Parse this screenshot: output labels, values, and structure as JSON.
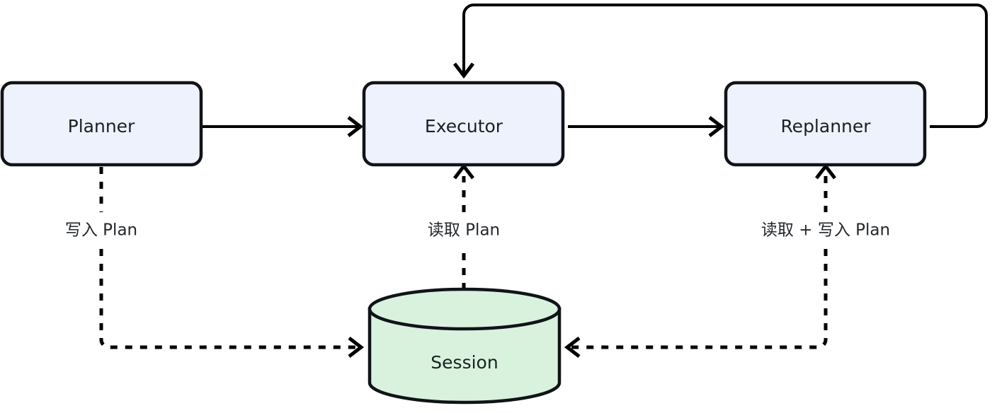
{
  "diagram": {
    "title": "Planner-Executor-Replanner with Session store",
    "colors": {
      "node_fill": "#eef2fc",
      "store_fill": "#d8f2de",
      "stroke": "#101418",
      "edge": "#000000",
      "text": "#1c2024",
      "background": "#ffffff"
    },
    "nodes": [
      {
        "id": "planner",
        "label": "Planner",
        "shape": "rounded-rect"
      },
      {
        "id": "executor",
        "label": "Executor",
        "shape": "rounded-rect"
      },
      {
        "id": "replanner",
        "label": "Replanner",
        "shape": "rounded-rect"
      },
      {
        "id": "session",
        "label": "Session",
        "shape": "cylinder"
      }
    ],
    "edges": [
      {
        "id": "planner-to-executor",
        "from": "planner",
        "to": "executor",
        "style": "solid",
        "label": ""
      },
      {
        "id": "executor-to-replanner",
        "from": "executor",
        "to": "replanner",
        "style": "solid",
        "label": ""
      },
      {
        "id": "replanner-to-executor",
        "from": "replanner",
        "to": "executor",
        "style": "solid",
        "label": ""
      },
      {
        "id": "planner-to-session",
        "from": "planner",
        "to": "session",
        "style": "dashed",
        "label": "写入 Plan"
      },
      {
        "id": "session-to-executor",
        "from": "session",
        "to": "executor",
        "style": "dashed",
        "label": "读取 Plan"
      },
      {
        "id": "session-to-replanner",
        "from": "session",
        "to": "replanner",
        "style": "dashed",
        "label": "读取 + 写入 Plan"
      }
    ],
    "edge_labels": {
      "write_plan": "写入 Plan",
      "read_plan": "读取 Plan",
      "read_write_plan": "读取 + 写入 Plan"
    }
  }
}
